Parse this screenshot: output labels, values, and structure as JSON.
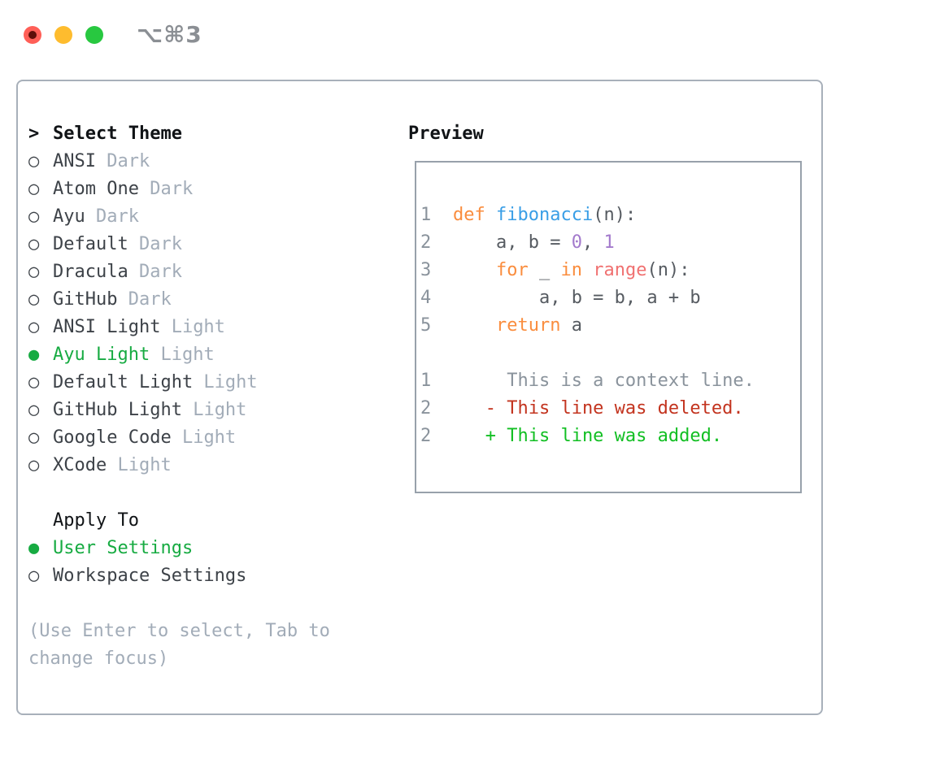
{
  "window": {
    "title": "⌥⌘3",
    "traffic_lights": [
      {
        "name": "close",
        "color": "#ff5f57",
        "dot_color": "#5e0f09"
      },
      {
        "name": "minimize",
        "color": "#febc2e"
      },
      {
        "name": "zoom",
        "color": "#28c840"
      }
    ]
  },
  "glyphs": {
    "focus_marker": ">",
    "radio_unselected": "○",
    "radio_selected": "●"
  },
  "colors": {
    "selected_green": "#17ab42",
    "name_dark": "#3d4248",
    "variant_gray": "#a2acb8",
    "hint_gray": "#a2acb8",
    "header_black": "#101316",
    "panel_border": "#a8b0ba",
    "box_border": "#98a1ab",
    "lineno": "#8a939c",
    "plain": "#565b61",
    "orange": "#fa8d3e",
    "blue": "#399ee6",
    "coral": "#f07171",
    "purple": "#a37acc",
    "context": "#8a939c",
    "deleted": "#c3341f",
    "added": "#12bf23"
  },
  "theme_list": {
    "header": "Select Theme",
    "items": [
      {
        "name": "ANSI",
        "variant": "Dark",
        "selected": false
      },
      {
        "name": "Atom One",
        "variant": "Dark",
        "selected": false
      },
      {
        "name": "Ayu",
        "variant": "Dark",
        "selected": false
      },
      {
        "name": "Default",
        "variant": "Dark",
        "selected": false
      },
      {
        "name": "Dracula",
        "variant": "Dark",
        "selected": false
      },
      {
        "name": "GitHub",
        "variant": "Dark",
        "selected": false
      },
      {
        "name": "ANSI Light",
        "variant": "Light",
        "selected": false
      },
      {
        "name": "Ayu Light",
        "variant": "Light",
        "selected": true
      },
      {
        "name": "Default Light",
        "variant": "Light",
        "selected": false
      },
      {
        "name": "GitHub Light",
        "variant": "Light",
        "selected": false
      },
      {
        "name": "Google Code",
        "variant": "Light",
        "selected": false
      },
      {
        "name": "XCode",
        "variant": "Light",
        "selected": false
      }
    ]
  },
  "apply_to": {
    "header": "Apply To",
    "options": [
      {
        "label": "User Settings",
        "selected": true
      },
      {
        "label": "Workspace Settings",
        "selected": false
      }
    ]
  },
  "hint_lines": [
    "(Use Enter to select, Tab to",
    "change focus)"
  ],
  "preview": {
    "label": "Preview",
    "code_lines": [
      {
        "num": "1",
        "tokens": [
          [
            "def",
            "orange"
          ],
          [
            " ",
            "plain"
          ],
          [
            "fibonacci",
            "blue"
          ],
          [
            "(n):",
            "plain"
          ]
        ]
      },
      {
        "num": "2",
        "tokens": [
          [
            "    a, b = ",
            "plain"
          ],
          [
            "0",
            "purple"
          ],
          [
            ", ",
            "plain"
          ],
          [
            "1",
            "purple"
          ]
        ]
      },
      {
        "num": "3",
        "tokens": [
          [
            "    ",
            "plain"
          ],
          [
            "for",
            "orange"
          ],
          [
            " _ ",
            "plain"
          ],
          [
            "in",
            "orange"
          ],
          [
            " ",
            "plain"
          ],
          [
            "range",
            "coral"
          ],
          [
            "(n):",
            "plain"
          ]
        ]
      },
      {
        "num": "4",
        "tokens": [
          [
            "        a, b = b, a + b",
            "plain"
          ]
        ]
      },
      {
        "num": "5",
        "tokens": [
          [
            "    ",
            "plain"
          ],
          [
            "return",
            "orange"
          ],
          [
            " a",
            "plain"
          ]
        ]
      },
      {
        "num": "",
        "tokens": []
      },
      {
        "num": "1",
        "tokens": [
          [
            "     This is a context line.",
            "context"
          ]
        ]
      },
      {
        "num": "2",
        "tokens": [
          [
            "   - This line was deleted.",
            "deleted"
          ]
        ]
      },
      {
        "num": "2",
        "tokens": [
          [
            "   + This line was added.",
            "added"
          ]
        ]
      }
    ]
  }
}
